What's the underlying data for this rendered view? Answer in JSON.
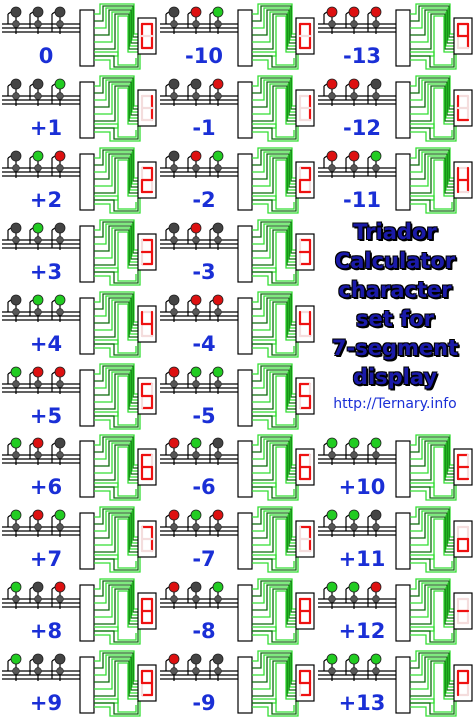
{
  "title_lines": [
    "Triador",
    "Calculator",
    "character",
    "set for",
    "7-segment",
    "display"
  ],
  "url": "http://Ternary.info",
  "colors": {
    "label": "#1a2fd6",
    "title": "#1a1aa8",
    "wire_light": "#33dd33",
    "wire_dark": "#0a6a0a",
    "seg_on": "#ee1111",
    "seg_off": "#f4dddd",
    "lamp_on": "#22cc22",
    "lamp_off": "#444444",
    "lamp_red": "#dd1111"
  },
  "columns": [
    [
      {
        "label": "0",
        "glyph": "0",
        "lamps": [
          "off",
          "off",
          "off"
        ]
      },
      {
        "label": "+1",
        "glyph": "1",
        "lamps": [
          "off",
          "off",
          "on"
        ]
      },
      {
        "label": "+2",
        "glyph": "2",
        "lamps": [
          "off",
          "on",
          "red"
        ]
      },
      {
        "label": "+3",
        "glyph": "3",
        "lamps": [
          "off",
          "on",
          "off"
        ]
      },
      {
        "label": "+4",
        "glyph": "4",
        "lamps": [
          "off",
          "on",
          "on"
        ]
      },
      {
        "label": "+5",
        "glyph": "5",
        "lamps": [
          "on",
          "red",
          "red"
        ]
      },
      {
        "label": "+6",
        "glyph": "6",
        "lamps": [
          "on",
          "red",
          "off"
        ]
      },
      {
        "label": "+7",
        "glyph": "7",
        "lamps": [
          "on",
          "red",
          "on"
        ]
      },
      {
        "label": "+8",
        "glyph": "8",
        "lamps": [
          "on",
          "off",
          "red"
        ]
      },
      {
        "label": "+9",
        "glyph": "9",
        "lamps": [
          "on",
          "off",
          "off"
        ]
      }
    ],
    [
      {
        "label": "-10",
        "glyph": "0",
        "lamps": [
          "off",
          "red",
          "on"
        ]
      },
      {
        "label": "-1",
        "glyph": "1",
        "lamps": [
          "off",
          "off",
          "red"
        ]
      },
      {
        "label": "-2",
        "glyph": "2",
        "lamps": [
          "off",
          "red",
          "on"
        ]
      },
      {
        "label": "-3",
        "glyph": "3",
        "lamps": [
          "off",
          "red",
          "off"
        ]
      },
      {
        "label": "-4",
        "glyph": "4",
        "lamps": [
          "off",
          "red",
          "red"
        ]
      },
      {
        "label": "-5",
        "glyph": "5",
        "lamps": [
          "red",
          "on",
          "on"
        ]
      },
      {
        "label": "-6",
        "glyph": "6",
        "lamps": [
          "red",
          "on",
          "off"
        ]
      },
      {
        "label": "-7",
        "glyph": "7",
        "lamps": [
          "red",
          "on",
          "red"
        ]
      },
      {
        "label": "-8",
        "glyph": "8",
        "lamps": [
          "red",
          "off",
          "on"
        ]
      },
      {
        "label": "-9",
        "glyph": "9",
        "lamps": [
          "red",
          "off",
          "off"
        ]
      }
    ],
    [
      {
        "label": "-13",
        "glyph": "-13",
        "lamps": [
          "red",
          "red",
          "red"
        ],
        "row": 0
      },
      {
        "label": "-12",
        "glyph": "-12",
        "lamps": [
          "red",
          "red",
          "off"
        ],
        "row": 1
      },
      {
        "label": "-11",
        "glyph": "-11",
        "lamps": [
          "red",
          "red",
          "on"
        ],
        "row": 2
      },
      {
        "label": "+10",
        "glyph": "+10",
        "lamps": [
          "on",
          "on",
          "on"
        ],
        "row": 6
      },
      {
        "label": "+11",
        "glyph": "+11",
        "lamps": [
          "on",
          "on",
          "off"
        ],
        "row": 7
      },
      {
        "label": "+12",
        "glyph": "+12",
        "lamps": [
          "on",
          "on",
          "red"
        ],
        "row": 8
      },
      {
        "label": "+13",
        "glyph": "+13",
        "lamps": [
          "on",
          "on",
          "on"
        ],
        "row": 9
      }
    ]
  ]
}
